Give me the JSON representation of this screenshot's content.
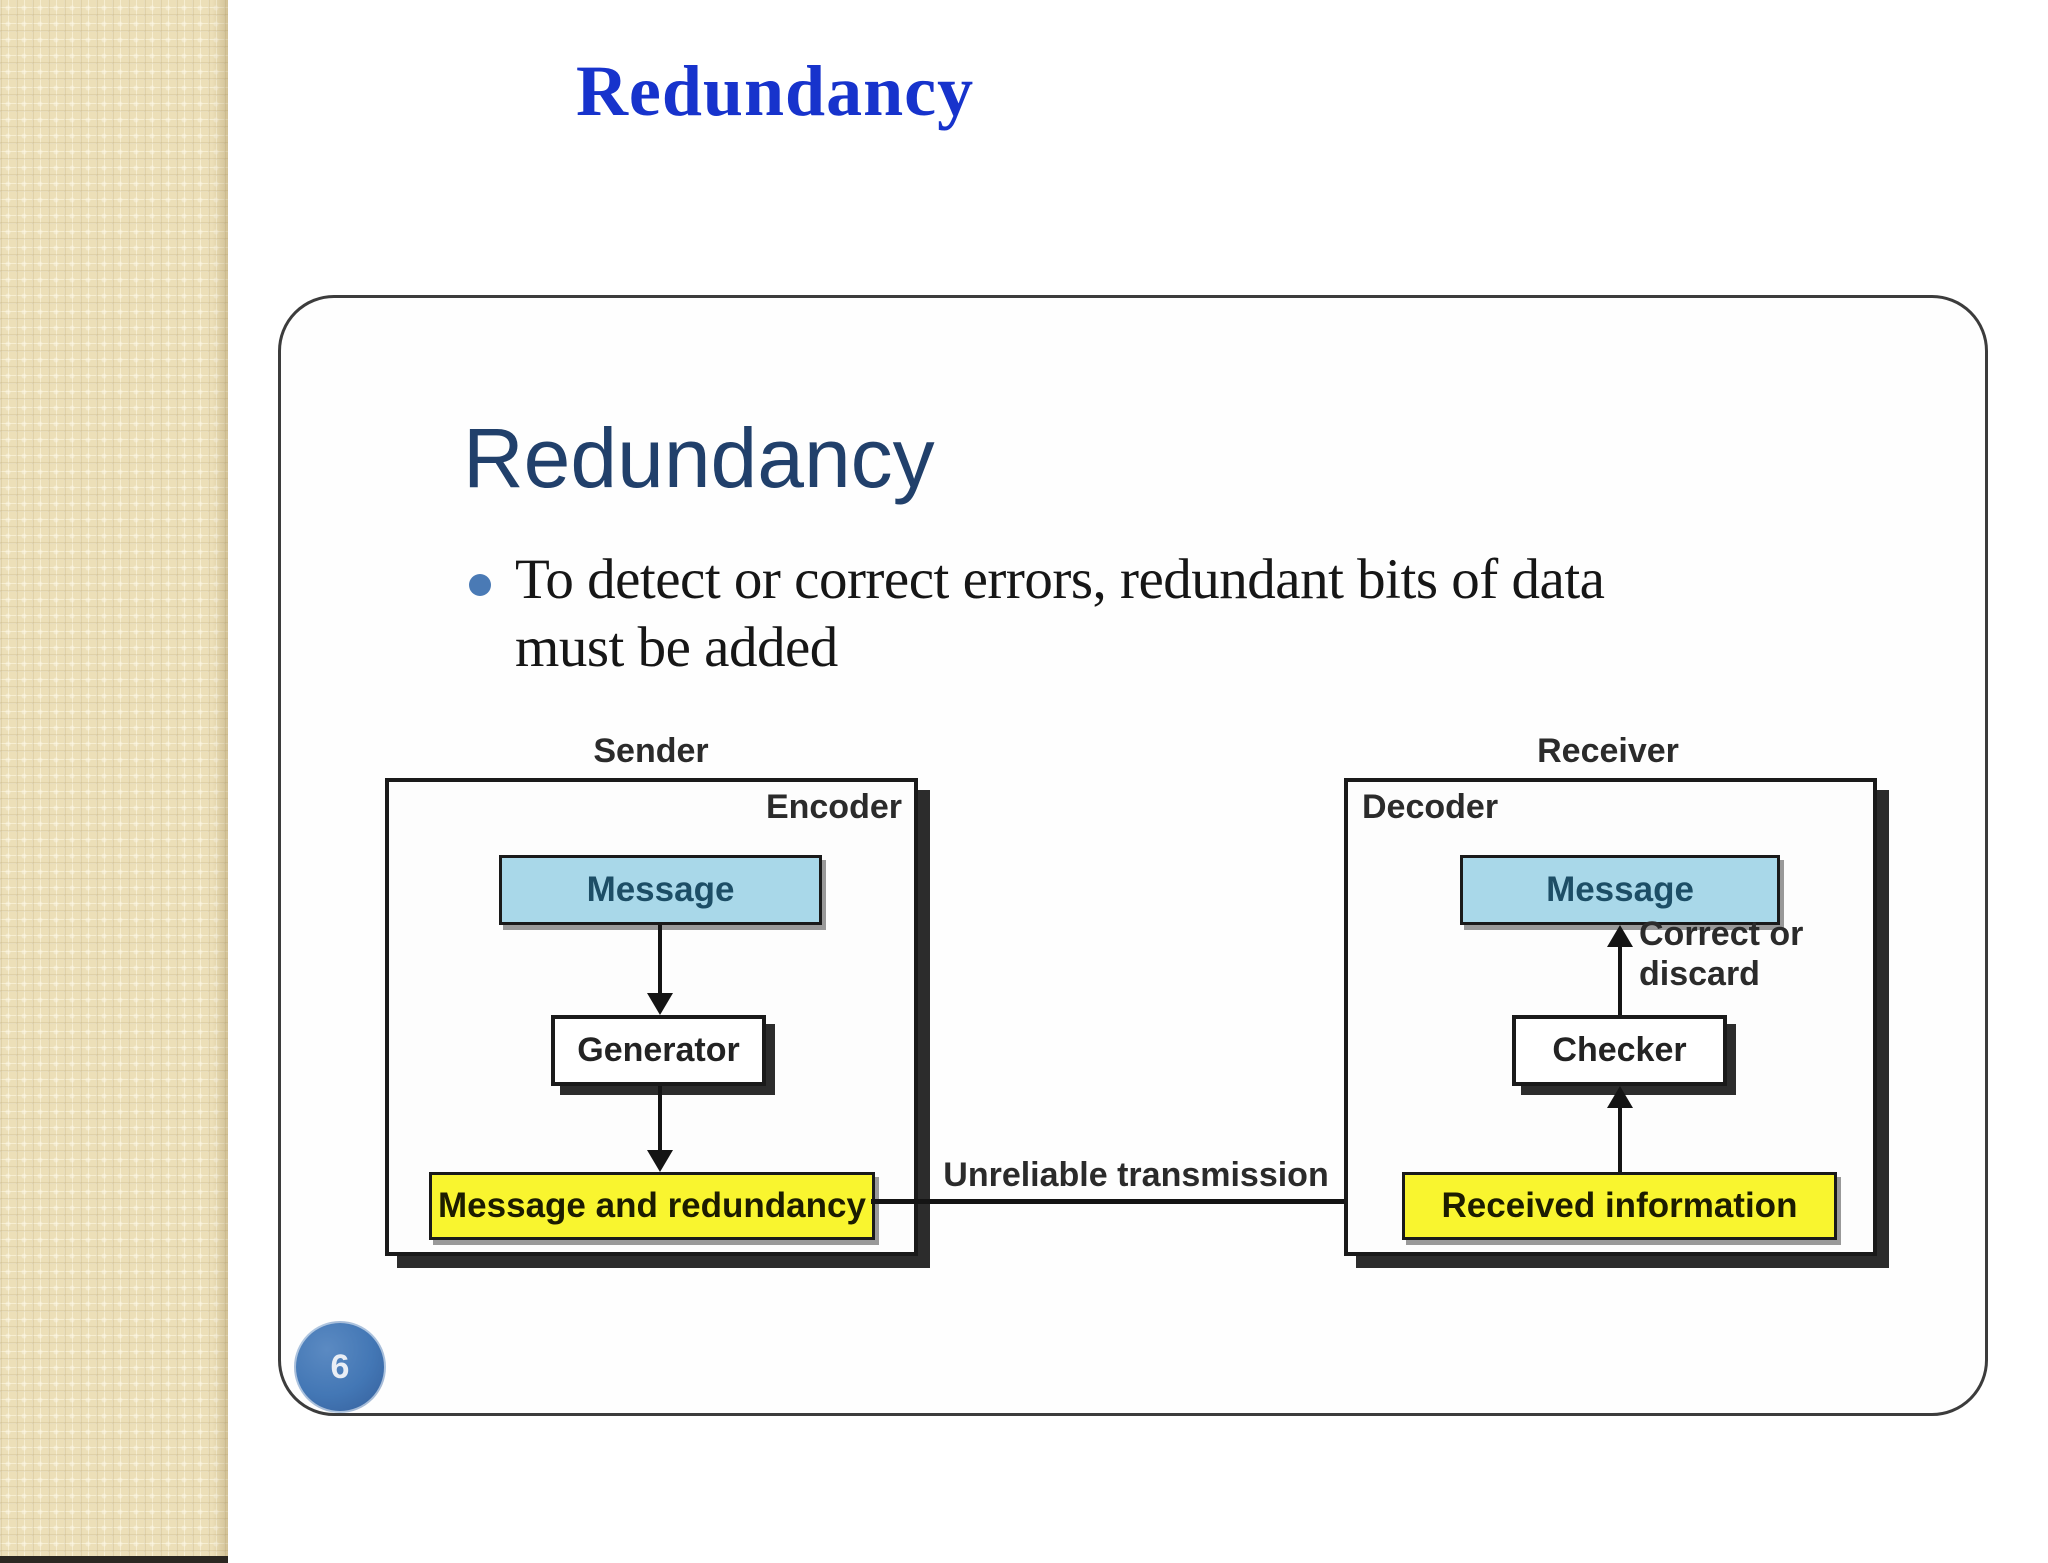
{
  "page": {
    "title": "Redundancy",
    "title_color": "#1733cc",
    "background_color": "#ffffff",
    "sidebar_color": "#ecdfb8"
  },
  "slide": {
    "heading": "Redundancy",
    "heading_color": "#21406b",
    "bullet_line1": "To detect or correct errors, redundant bits of data",
    "bullet_line2": "must be added",
    "page_number": "6",
    "badge_color": "#4377b5"
  },
  "diagram": {
    "sender": {
      "title": "Sender",
      "block_label": "Encoder",
      "message_label": "Message",
      "process_label": "Generator",
      "output_label": "Message and redundancy"
    },
    "channel_label": "Unreliable transmission",
    "receiver": {
      "title": "Receiver",
      "block_label": "Decoder",
      "message_label": "Message",
      "decision_line1": "Correct or",
      "decision_line2": "discard",
      "process_label": "Checker",
      "input_label": "Received information"
    },
    "colors": {
      "message_fill": "#a9d8e9",
      "data_fill": "#f9f52f",
      "message_text": "#1d4e66",
      "line": "#141414"
    }
  }
}
